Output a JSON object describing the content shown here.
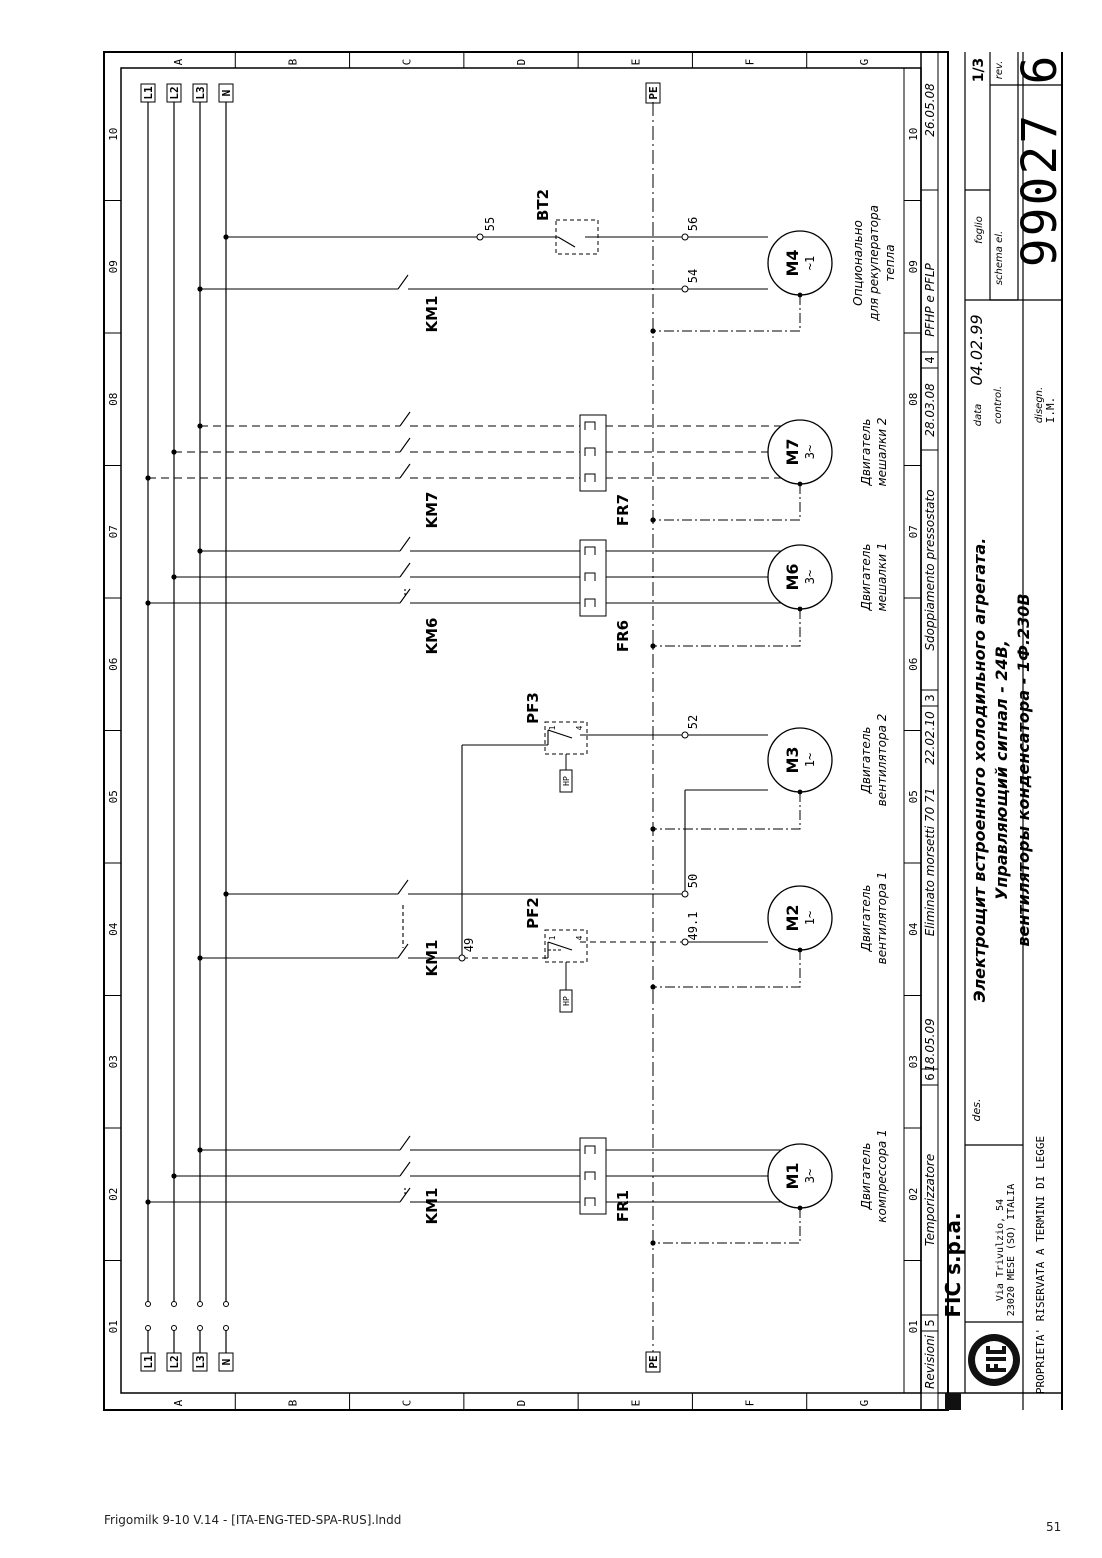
{
  "footer": {
    "left": "Frigomilk 9-10 V.14 - [ITA-ENG-TED-SPA-RUS].lndd",
    "page": "51"
  },
  "frame": {
    "columns": [
      "01",
      "02",
      "03",
      "04",
      "05",
      "06",
      "07",
      "08",
      "09",
      "10"
    ],
    "rows": [
      "A",
      "B",
      "C",
      "D",
      "E",
      "F",
      "G"
    ]
  },
  "bus": {
    "lines": [
      "L1",
      "L2",
      "L3",
      "N"
    ],
    "pe": "PE"
  },
  "components": {
    "km1_a": "KM1",
    "km1_b": "KM1",
    "km1_c": "KM1",
    "km6": "KM6",
    "km7": "KM7",
    "fr1": "FR1",
    "fr6": "FR6",
    "fr7": "FR7",
    "pf2": "PF2",
    "pf3": "PF3",
    "bt2": "BT2",
    "hp": "HP",
    "m1": "M1",
    "m1_type": "3~",
    "m2": "M2",
    "m2_type": "1~",
    "m3": "M3",
    "m3_type": "1~",
    "m6": "M6",
    "m6_type": "3~",
    "m7": "M7",
    "m7_type": "3~",
    "m4": "M4",
    "m4_type": "~1"
  },
  "terminals": {
    "t49": "49",
    "t49_1": "49.1",
    "t50": "50",
    "t52": "52",
    "t54": "54",
    "t55": "55",
    "t56": "56",
    "c1": "1",
    "c4": "4"
  },
  "captions": {
    "m1_a": "Двигатель",
    "m1_b": "компрессора 1",
    "m2_a": "Двигатель",
    "m2_b": "вентилятора 1",
    "m3_a": "Двигатель",
    "m3_b": "вентилятора 2",
    "m6_a": "Двигатель",
    "m6_b": "мешалки 1",
    "m7_a": "Двигатель",
    "m7_b": "мешалки 2",
    "m4_a": "Опционально",
    "m4_b": "для рекуператора",
    "m4_c": "тепла"
  },
  "revisions": {
    "header": "Revisioni",
    "r5_num": "5",
    "r5_text": "Temporizzatore",
    "r5_date": "18.05.09",
    "r6_num": "6",
    "r6_text": "Eliminato morsetti 70 71",
    "r6_date": "22.02.10",
    "r3_num": "3",
    "r3_text": "Sdoppiamento pressostato",
    "r3_date": "28.03.08",
    "r4_num": "4",
    "r4_text": "PFHP e PFLP",
    "r4_date": "26.05.08"
  },
  "titleblock": {
    "company": "FIC s.p.a.",
    "address1": "Via Trivulzio, 54",
    "address2": "23020 MESE (SO) ITALIA",
    "property": "PROPRIETA' RISERVATA A TERMINI DI LEGGE",
    "des": "des.",
    "title1": "Электрощит встроенного холодильного агрегата.",
    "title2": "Управляющий сигнал - 24В,",
    "title3": "вентиляторы конденсатора - 1Ф.230В",
    "data_label": "data",
    "data_value": "04.02.99",
    "foglio_label": "foglio",
    "foglio_value": "1/3",
    "control_label": "control.",
    "disegn_label": "disegn.",
    "disegn_value": "I.M.",
    "schema_label": "schema el.",
    "rev_label": "rev.",
    "schema_value": "99027",
    "rev_value": "6"
  }
}
